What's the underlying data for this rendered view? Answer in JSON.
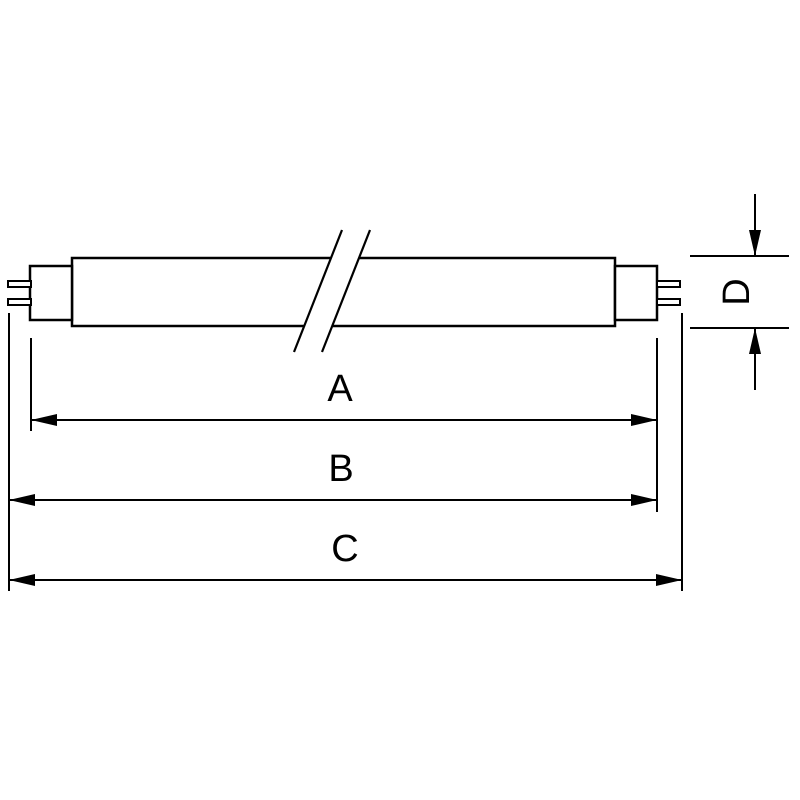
{
  "diagram": {
    "dimension_labels": {
      "a": "A",
      "b": "B",
      "c": "C",
      "d": "D"
    },
    "colors": {
      "line": "#000000",
      "background": "#ffffff"
    }
  }
}
